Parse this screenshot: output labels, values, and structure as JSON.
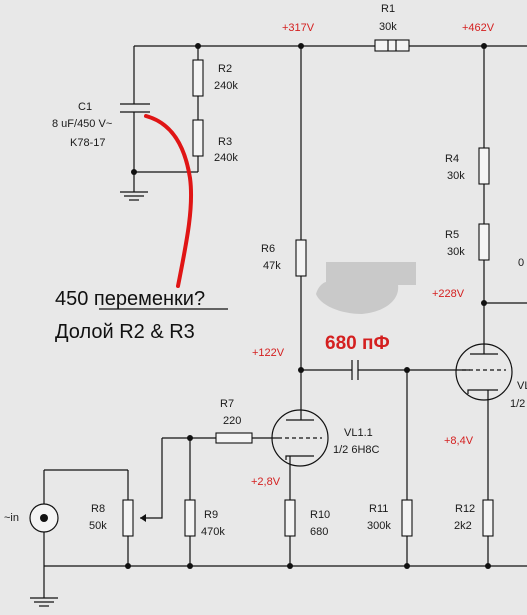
{
  "labels": {
    "r1": {
      "name": "R1",
      "value": "30k"
    },
    "r2": {
      "name": "R2",
      "value": "240k"
    },
    "r3": {
      "name": "R3",
      "value": "240k"
    },
    "r4": {
      "name": "R4",
      "value": "30k"
    },
    "r5": {
      "name": "R5",
      "value": "30k"
    },
    "r6": {
      "name": "R6",
      "value": "47k"
    },
    "r7": {
      "name": "R7",
      "value": "220"
    },
    "r8": {
      "name": "R8",
      "value": "50k"
    },
    "r9": {
      "name": "R9",
      "value": "470k"
    },
    "r10": {
      "name": "R10",
      "value": "680"
    },
    "r11": {
      "name": "R11",
      "value": "300k"
    },
    "r12": {
      "name": "R12",
      "value": "2k2"
    },
    "c1": {
      "name": "C1",
      "rating": "8 uF/450 V~",
      "type": "K78-17"
    },
    "vl1": {
      "name": "VL1.1",
      "type": "1/2 6H8C"
    },
    "vl2": {
      "name": "VL",
      "type": "1/2"
    },
    "input": "~in",
    "cut_edge": "0"
  },
  "voltages": {
    "v317": "+317V",
    "v462": "+462V",
    "v228": "+228V",
    "v122": "+122V",
    "v28": "+2,8V",
    "v84": "+8,4V"
  },
  "annotations": {
    "question": "450 переменки?",
    "question_underlined": "переменки",
    "remove": "Долой R2 & R3",
    "cap_value": "680 пФ"
  },
  "colors": {
    "wire": "#111111",
    "annotation_red": "#d42020",
    "background": "#e8e8e8"
  }
}
